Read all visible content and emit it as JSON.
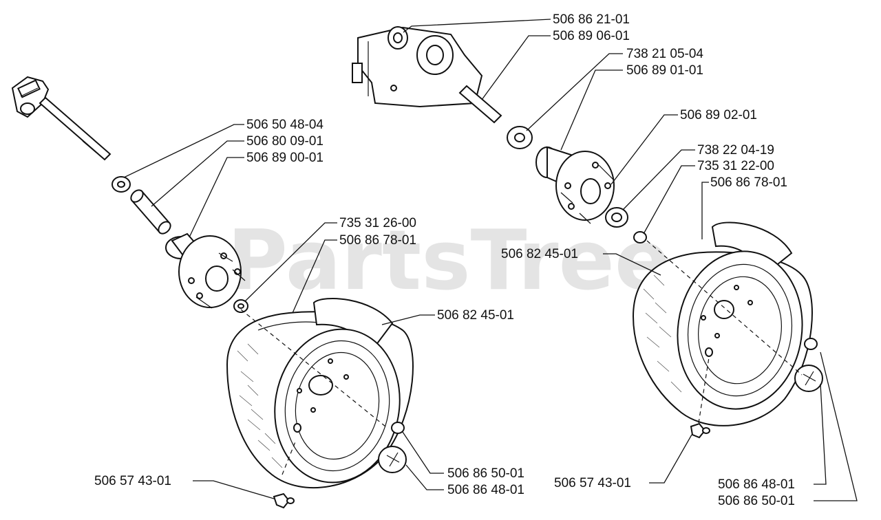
{
  "watermark": "PartsTree",
  "labels": {
    "l_506502104": "506 86 21-01",
    "l_506890601": "506 89 06-01",
    "l_738210504": "738 21 05-04",
    "l_506890101": "506 89 01-01",
    "l_506890201": "506 89 02-01",
    "l_738220419": "738 22 04-19",
    "l_735312200": "735 31 22-00",
    "l_506867801_r": "506 86 78-01",
    "l_506824501_r": "506 82 45-01",
    "l_506504804": "506 50 48-04",
    "l_506800901": "506 80 09-01",
    "l_506890001": "506 89 00-01",
    "l_735312600": "735 31 26-00",
    "l_506867801_l": "506 86 78-01",
    "l_506824501_l": "506 82 45-01",
    "l_506574301_l": "506 57 43-01",
    "l_506865001_l": "506 86 50-01",
    "l_506864801_l": "506 86 48-01",
    "l_506574301_r": "506 57 43-01",
    "l_506864801_r": "506 86 48-01",
    "l_506865001_r": "506 86 50-01"
  }
}
